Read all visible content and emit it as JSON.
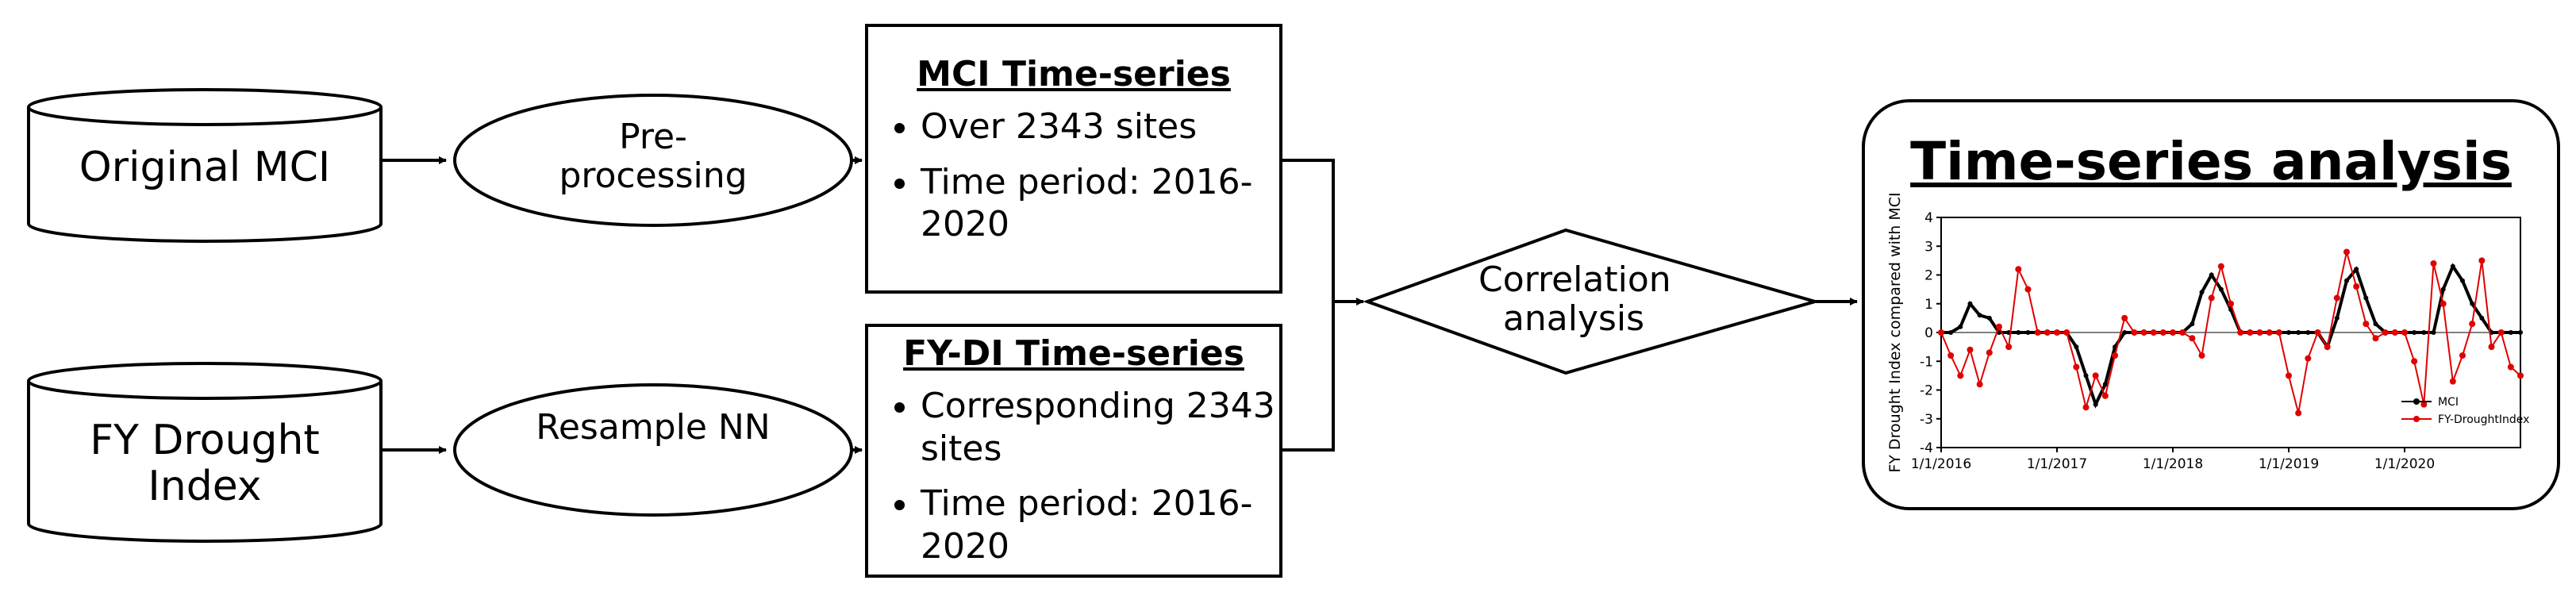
{
  "nodes": {
    "original_mci": "Original MCI",
    "fy_drought_index": "FY Drought Index",
    "preprocessing": "Pre-processing",
    "resample": "Resample NN",
    "correlation": "Correlation analysis"
  },
  "mci_box": {
    "heading": "MCI Time-series",
    "bullets": [
      "Over 2343 sites",
      "Time period: 2016-2020"
    ]
  },
  "fydi_box": {
    "heading": "FY-DI Time-series",
    "bullets": [
      "Corresponding 2343 sites",
      "Time period: 2016-2020"
    ]
  },
  "analysis": {
    "title": "Time-series analysis"
  },
  "chart_data": {
    "type": "line",
    "ylabel": "FY Drought Index compared with MCI",
    "ylim": [
      -4,
      4
    ],
    "yticks": [
      4,
      3,
      2,
      1,
      0,
      -1,
      -2,
      -3,
      -4
    ],
    "xtick_labels": [
      "1/1/2016",
      "1/1/2017",
      "1/1/2018",
      "1/1/2019",
      "1/1/2020"
    ],
    "x_index_range": [
      0,
      60
    ],
    "xtick_positions": [
      0,
      12,
      24,
      36,
      48
    ],
    "legend_position": "bottom-right",
    "series": [
      {
        "name": "MCI",
        "color": "#000000",
        "values": [
          0.0,
          0.0,
          0.2,
          1.0,
          0.6,
          0.5,
          0.0,
          0.0,
          0.0,
          0.0,
          0.0,
          0.0,
          0.0,
          0.0,
          -0.5,
          -1.5,
          -2.5,
          -1.8,
          -0.5,
          0.0,
          0.0,
          0.0,
          0.0,
          0.0,
          0.0,
          0.0,
          0.3,
          1.4,
          2.0,
          1.5,
          0.8,
          0.0,
          0.0,
          0.0,
          0.0,
          0.0,
          0.0,
          0.0,
          0.0,
          0.0,
          -0.5,
          0.5,
          1.8,
          2.2,
          1.2,
          0.3,
          0.0,
          0.0,
          0.0,
          0.0,
          0.0,
          0.0,
          1.5,
          2.3,
          1.8,
          1.0,
          0.5,
          0.0,
          0.0,
          0.0,
          0.0
        ]
      },
      {
        "name": "FY-DroughtIndex",
        "color": "#e00000",
        "values": [
          0.0,
          -0.8,
          -1.5,
          -0.6,
          -1.8,
          -0.7,
          0.2,
          -0.5,
          2.2,
          1.5,
          0.0,
          0.0,
          0.0,
          0.0,
          -1.2,
          -2.6,
          -1.5,
          -2.2,
          -0.8,
          0.5,
          0.0,
          0.0,
          0.0,
          0.0,
          0.0,
          0.0,
          -0.2,
          -0.8,
          1.2,
          2.3,
          1.0,
          0.0,
          0.0,
          0.0,
          0.0,
          0.0,
          -1.5,
          -2.8,
          -0.9,
          0.0,
          -0.5,
          1.2,
          2.8,
          1.6,
          0.3,
          -0.2,
          0.0,
          0.0,
          0.0,
          -1.0,
          -2.5,
          2.4,
          1.0,
          -1.7,
          -0.8,
          0.3,
          2.5,
          -0.5,
          0.0,
          -1.2,
          -1.5
        ]
      }
    ]
  }
}
